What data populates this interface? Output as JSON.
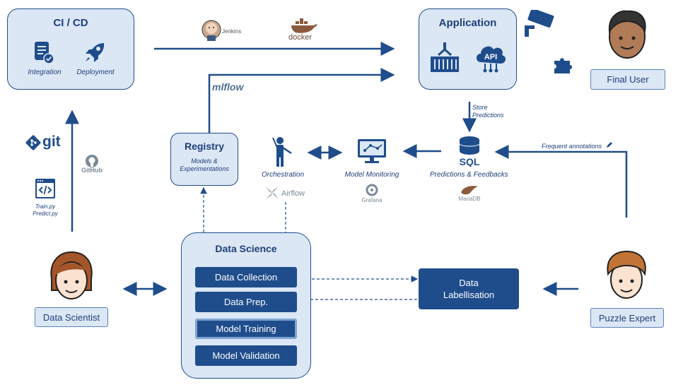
{
  "cicd": {
    "title": "CI / CD",
    "integration": "Integration",
    "deployment": "Deployment"
  },
  "tools": {
    "jenkins": "Jenkins",
    "docker": "docker",
    "mlflow": "mlflow",
    "git": "git",
    "github": "GitHub",
    "airflow": "Airflow",
    "grafana": "Grafana",
    "mariadb": "MariaDB"
  },
  "application": {
    "title": "Application",
    "api": "API"
  },
  "final_user": "Final User",
  "store_predictions": [
    "Store",
    "Predictions"
  ],
  "registry": {
    "title": "Registry",
    "subtitle": [
      "Models &",
      "Experimentations"
    ]
  },
  "orchestration": "Orchestration",
  "model_monitoring": "Model Monitoring",
  "sql": {
    "label": "SQL",
    "caption": "Predictions & Feedbacks"
  },
  "frequent_annotations": "Frequent annotations",
  "scripts": [
    "Train.py",
    "Predict.py"
  ],
  "data_science": {
    "title": "Data Science",
    "steps": [
      "Data Collection",
      "Data Prep.",
      "Model Training",
      "Model Validation"
    ]
  },
  "data_labellisation": [
    "Data",
    "Labellisation"
  ],
  "data_scientist": "Data Scientist",
  "puzzle_expert": "Puzzle Expert",
  "colors": {
    "primary": "#1f4d8c",
    "box_fill": "#dbe7f5",
    "face_skin": "#fbe3d2",
    "hair": "#a5552a"
  }
}
